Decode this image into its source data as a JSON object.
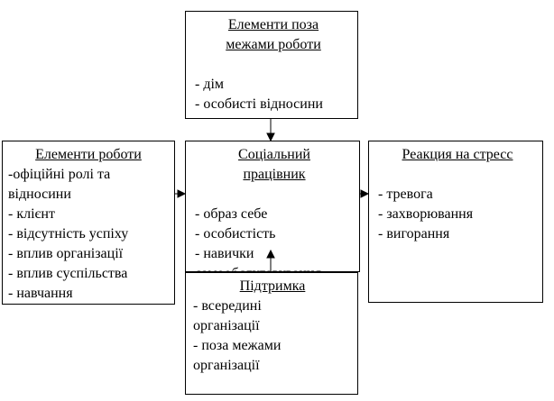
{
  "boxes": {
    "outside": {
      "title": "Елементи поза\nмежами роботи",
      "items": [
        "- дім",
        "- особисті відносини"
      ]
    },
    "work": {
      "title": "Елементи роботи",
      "items": [
        "-офіційні ролі та\nвідносини",
        "- клієнт",
        "- відсутність успіху",
        "- вплив організації",
        "- вплив суспільства",
        "- навчання"
      ]
    },
    "social": {
      "title": "Соціальний\nпрацівник",
      "items": [
        "- образ себе",
        "- особистість",
        "- навички\nсамообслуговування"
      ]
    },
    "reaction": {
      "title": "Реакция  на стресс",
      "items": [
        "- тревога",
        "- захворювання",
        "- вигорання"
      ]
    },
    "support": {
      "title": "Підтримка",
      "items": [
        "- всередині\nорганізації",
        "- поза межами\nорганізації"
      ]
    }
  }
}
